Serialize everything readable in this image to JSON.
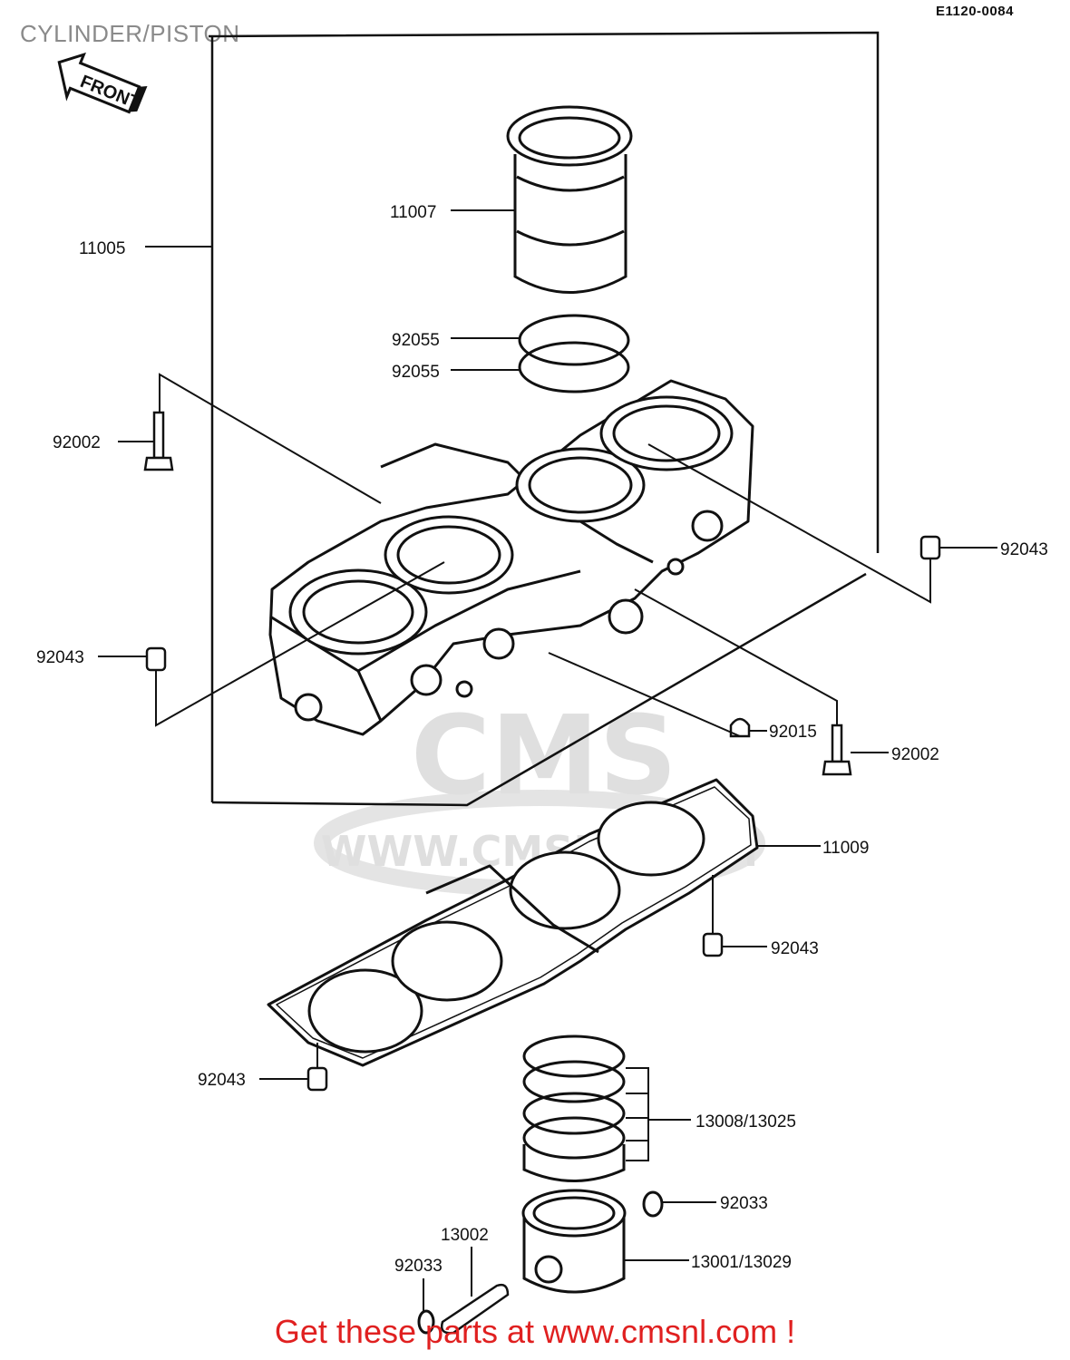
{
  "title": "CYLINDER/PISTON",
  "diagram_code": "E1120-0084",
  "front_label": "FRONT",
  "watermark": {
    "logo_text": "CMS",
    "url_text": "WWW.CMSNL.COM"
  },
  "parts": {
    "cylinder_block": "11005",
    "cylinder_liner": "11007",
    "o_ring_upper": "92055",
    "o_ring_lower": "92055",
    "stud_left": "92002",
    "dowel_right_top": "92043",
    "dowel_left": "92043",
    "cap_nut": "92015",
    "stud_right": "92002",
    "base_gasket": "11009",
    "dowel_right_bottom": "92043",
    "dowel_bottom_left": "92043",
    "piston_rings": "13008/13025",
    "circlip_right": "92033",
    "piston": "13001/13029",
    "piston_pin": "13002",
    "circlip_left": "92033"
  },
  "footer": "Get these parts at www.cmsnl.com !"
}
